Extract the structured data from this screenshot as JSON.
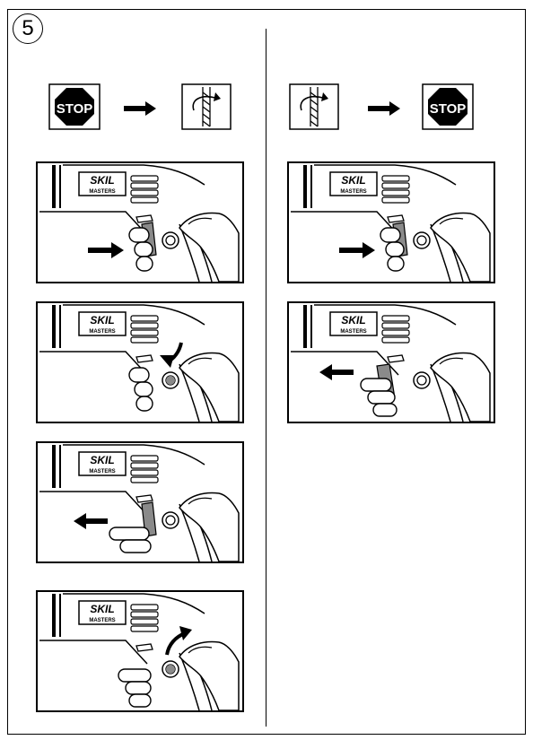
{
  "step_number": "5",
  "stop_label": "STOP",
  "brand": {
    "name": "SKIL",
    "line": "MASTERS"
  },
  "colors": {
    "ink": "#000000",
    "paper": "#ffffff",
    "switch_gray": "#8a8a8a"
  },
  "left_column": {
    "sequence_icons": [
      "stop-sign-icon",
      "arrow-right-icon",
      "rotating-drill-bit-icon"
    ],
    "panels": [
      {
        "name": "press-trigger-panel",
        "arrow": "arrow-right-icon"
      },
      {
        "name": "engage-lock-button-panel",
        "arrow": "curved-arrow-down-icon"
      },
      {
        "name": "release-trigger-panel",
        "arrow": "arrow-left-icon"
      },
      {
        "name": "continuous-run-panel",
        "arrow": "curved-arrow-up-icon"
      }
    ]
  },
  "right_column": {
    "sequence_icons": [
      "rotating-drill-bit-icon",
      "arrow-right-icon",
      "stop-sign-icon"
    ],
    "panels": [
      {
        "name": "press-trigger-again-panel",
        "arrow": "arrow-right-icon"
      },
      {
        "name": "release-trigger-stop-panel",
        "arrow": "arrow-left-icon"
      }
    ]
  }
}
